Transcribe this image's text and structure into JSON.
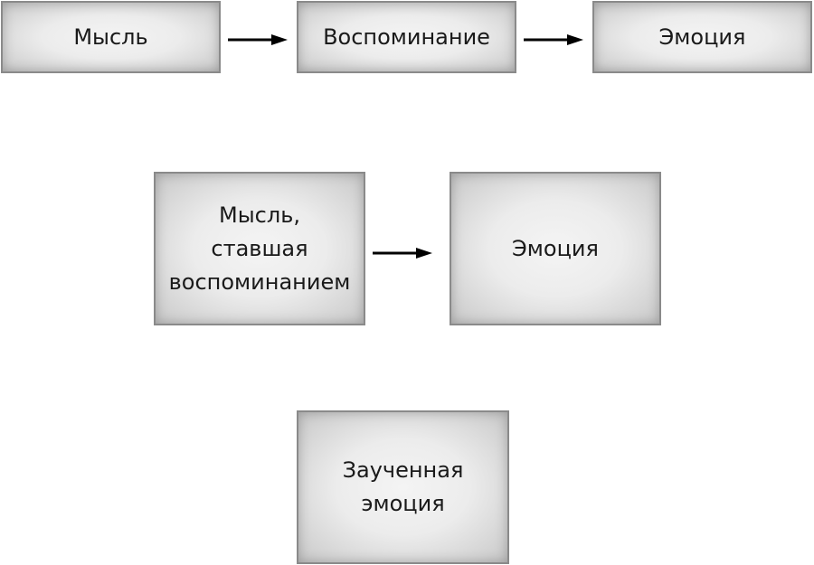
{
  "diagram": {
    "row1": {
      "box1": "Мысль",
      "box2": "Воспоминание",
      "box3": "Эмоция"
    },
    "row2": {
      "box1": "Мысль,\nставшая\nвоспоминанием",
      "box2": "Эмоция"
    },
    "row3": {
      "box1": "Заученная\nэмоция"
    }
  },
  "colors": {
    "border": "#8a8a8a",
    "fill_center": "#f4f4f4",
    "fill_edge": "#c4c4c4",
    "text": "#1a1a1a",
    "arrow": "#000000"
  }
}
